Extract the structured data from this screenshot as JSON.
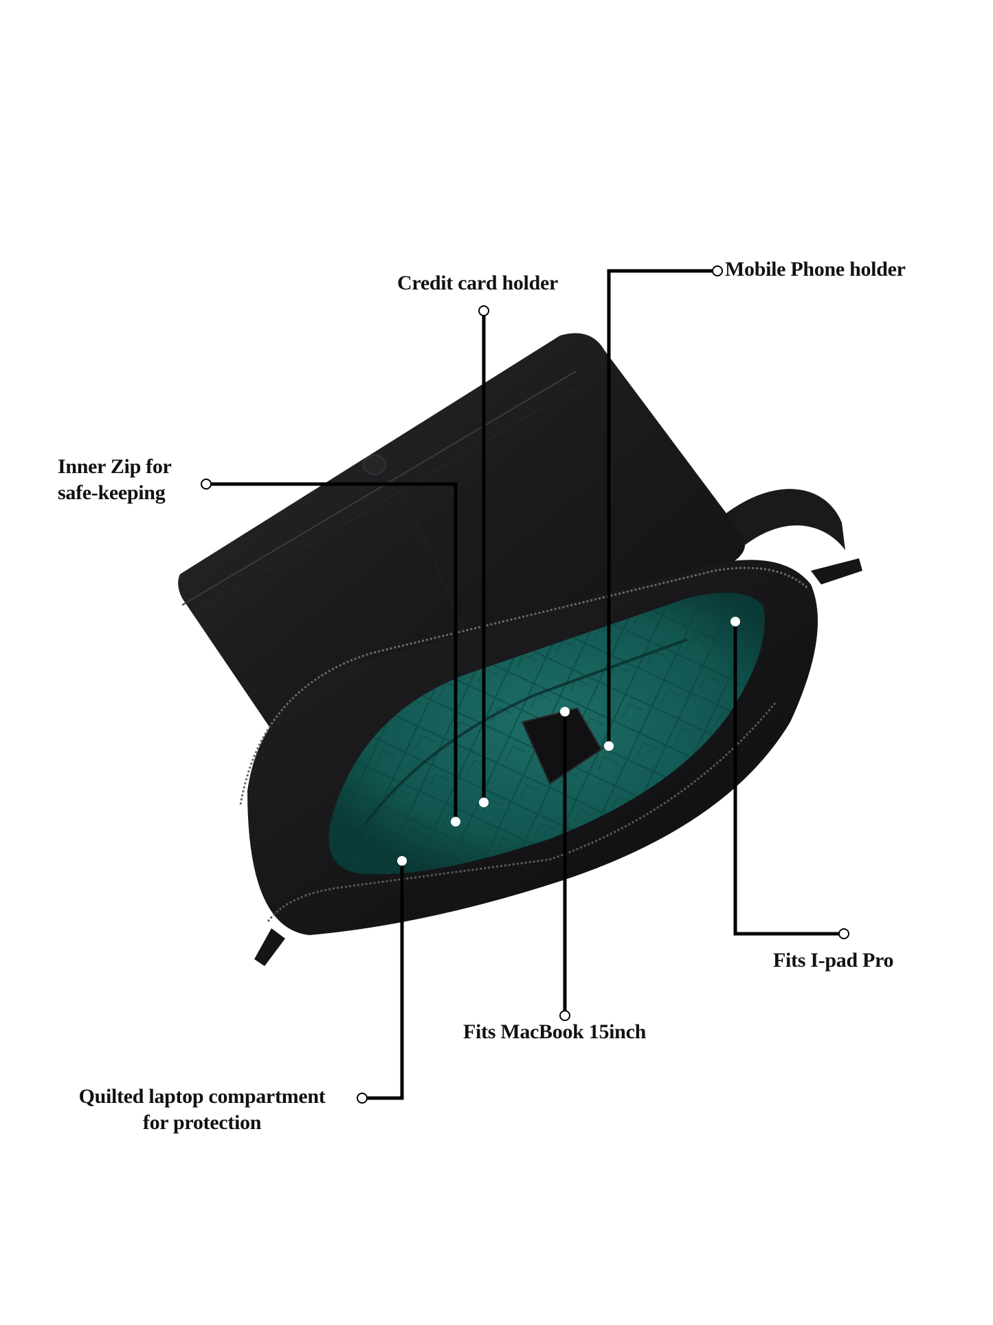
{
  "diagram": {
    "subject": "Black leather messenger bag, open view, teal patterned lining",
    "colors": {
      "background": "#ffffff",
      "leather": "#1c1c1e",
      "leather_highlight": "#3a3a3d",
      "lining": "#0f4d4a",
      "lining_light": "#1b6a64",
      "leader_line": "#000000",
      "label_text": "#111111"
    },
    "callouts": [
      {
        "id": "credit-card-holder",
        "text": "Credit card holder"
      },
      {
        "id": "mobile-phone-holder",
        "text": "Mobile Phone holder"
      },
      {
        "id": "inner-zip",
        "line1": "Inner Zip for",
        "line2": "safe-keeping"
      },
      {
        "id": "ipad-pro",
        "text": "Fits I-pad Pro"
      },
      {
        "id": "macbook",
        "text": "Fits MacBook 15inch"
      },
      {
        "id": "quilted-laptop",
        "line1": "Quilted laptop compartment",
        "line2": "for protection"
      }
    ]
  }
}
